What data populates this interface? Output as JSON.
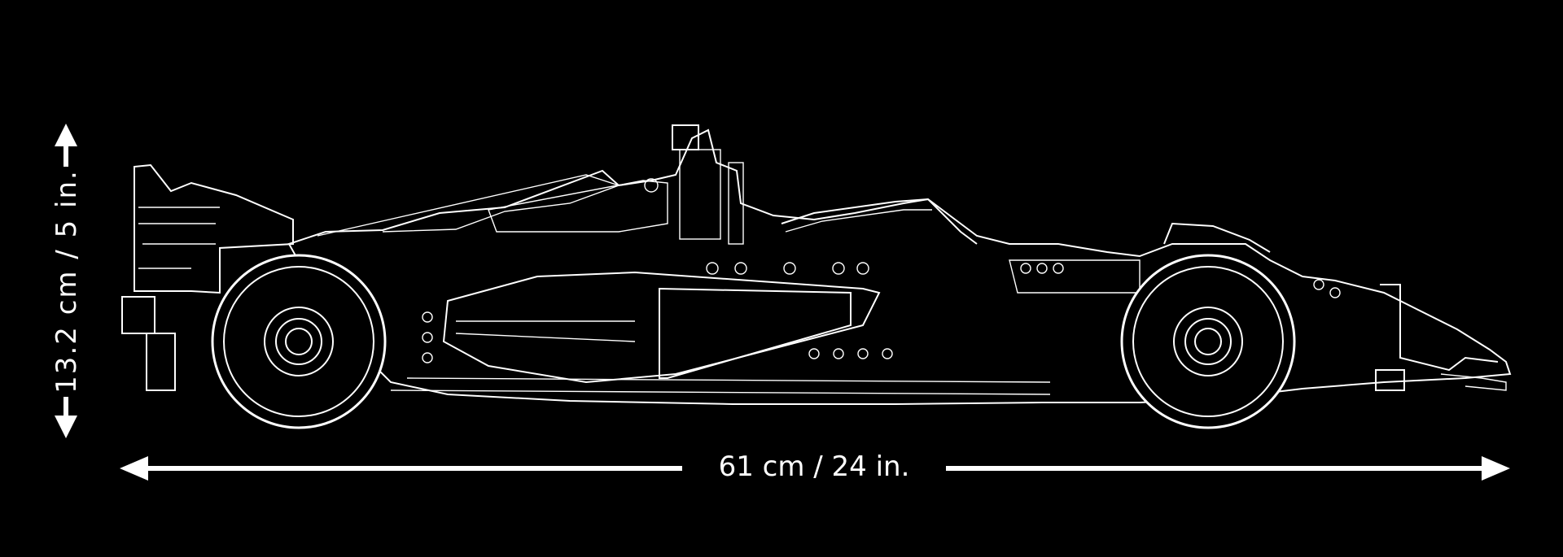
{
  "dimensions": {
    "width_label": "61 cm / 24 in.",
    "height_label": "13.2 cm / 5 in."
  },
  "colors": {
    "background": "#000000",
    "line": "#ffffff"
  },
  "illustration": {
    "subject-icon": "race-car-line-drawing"
  }
}
